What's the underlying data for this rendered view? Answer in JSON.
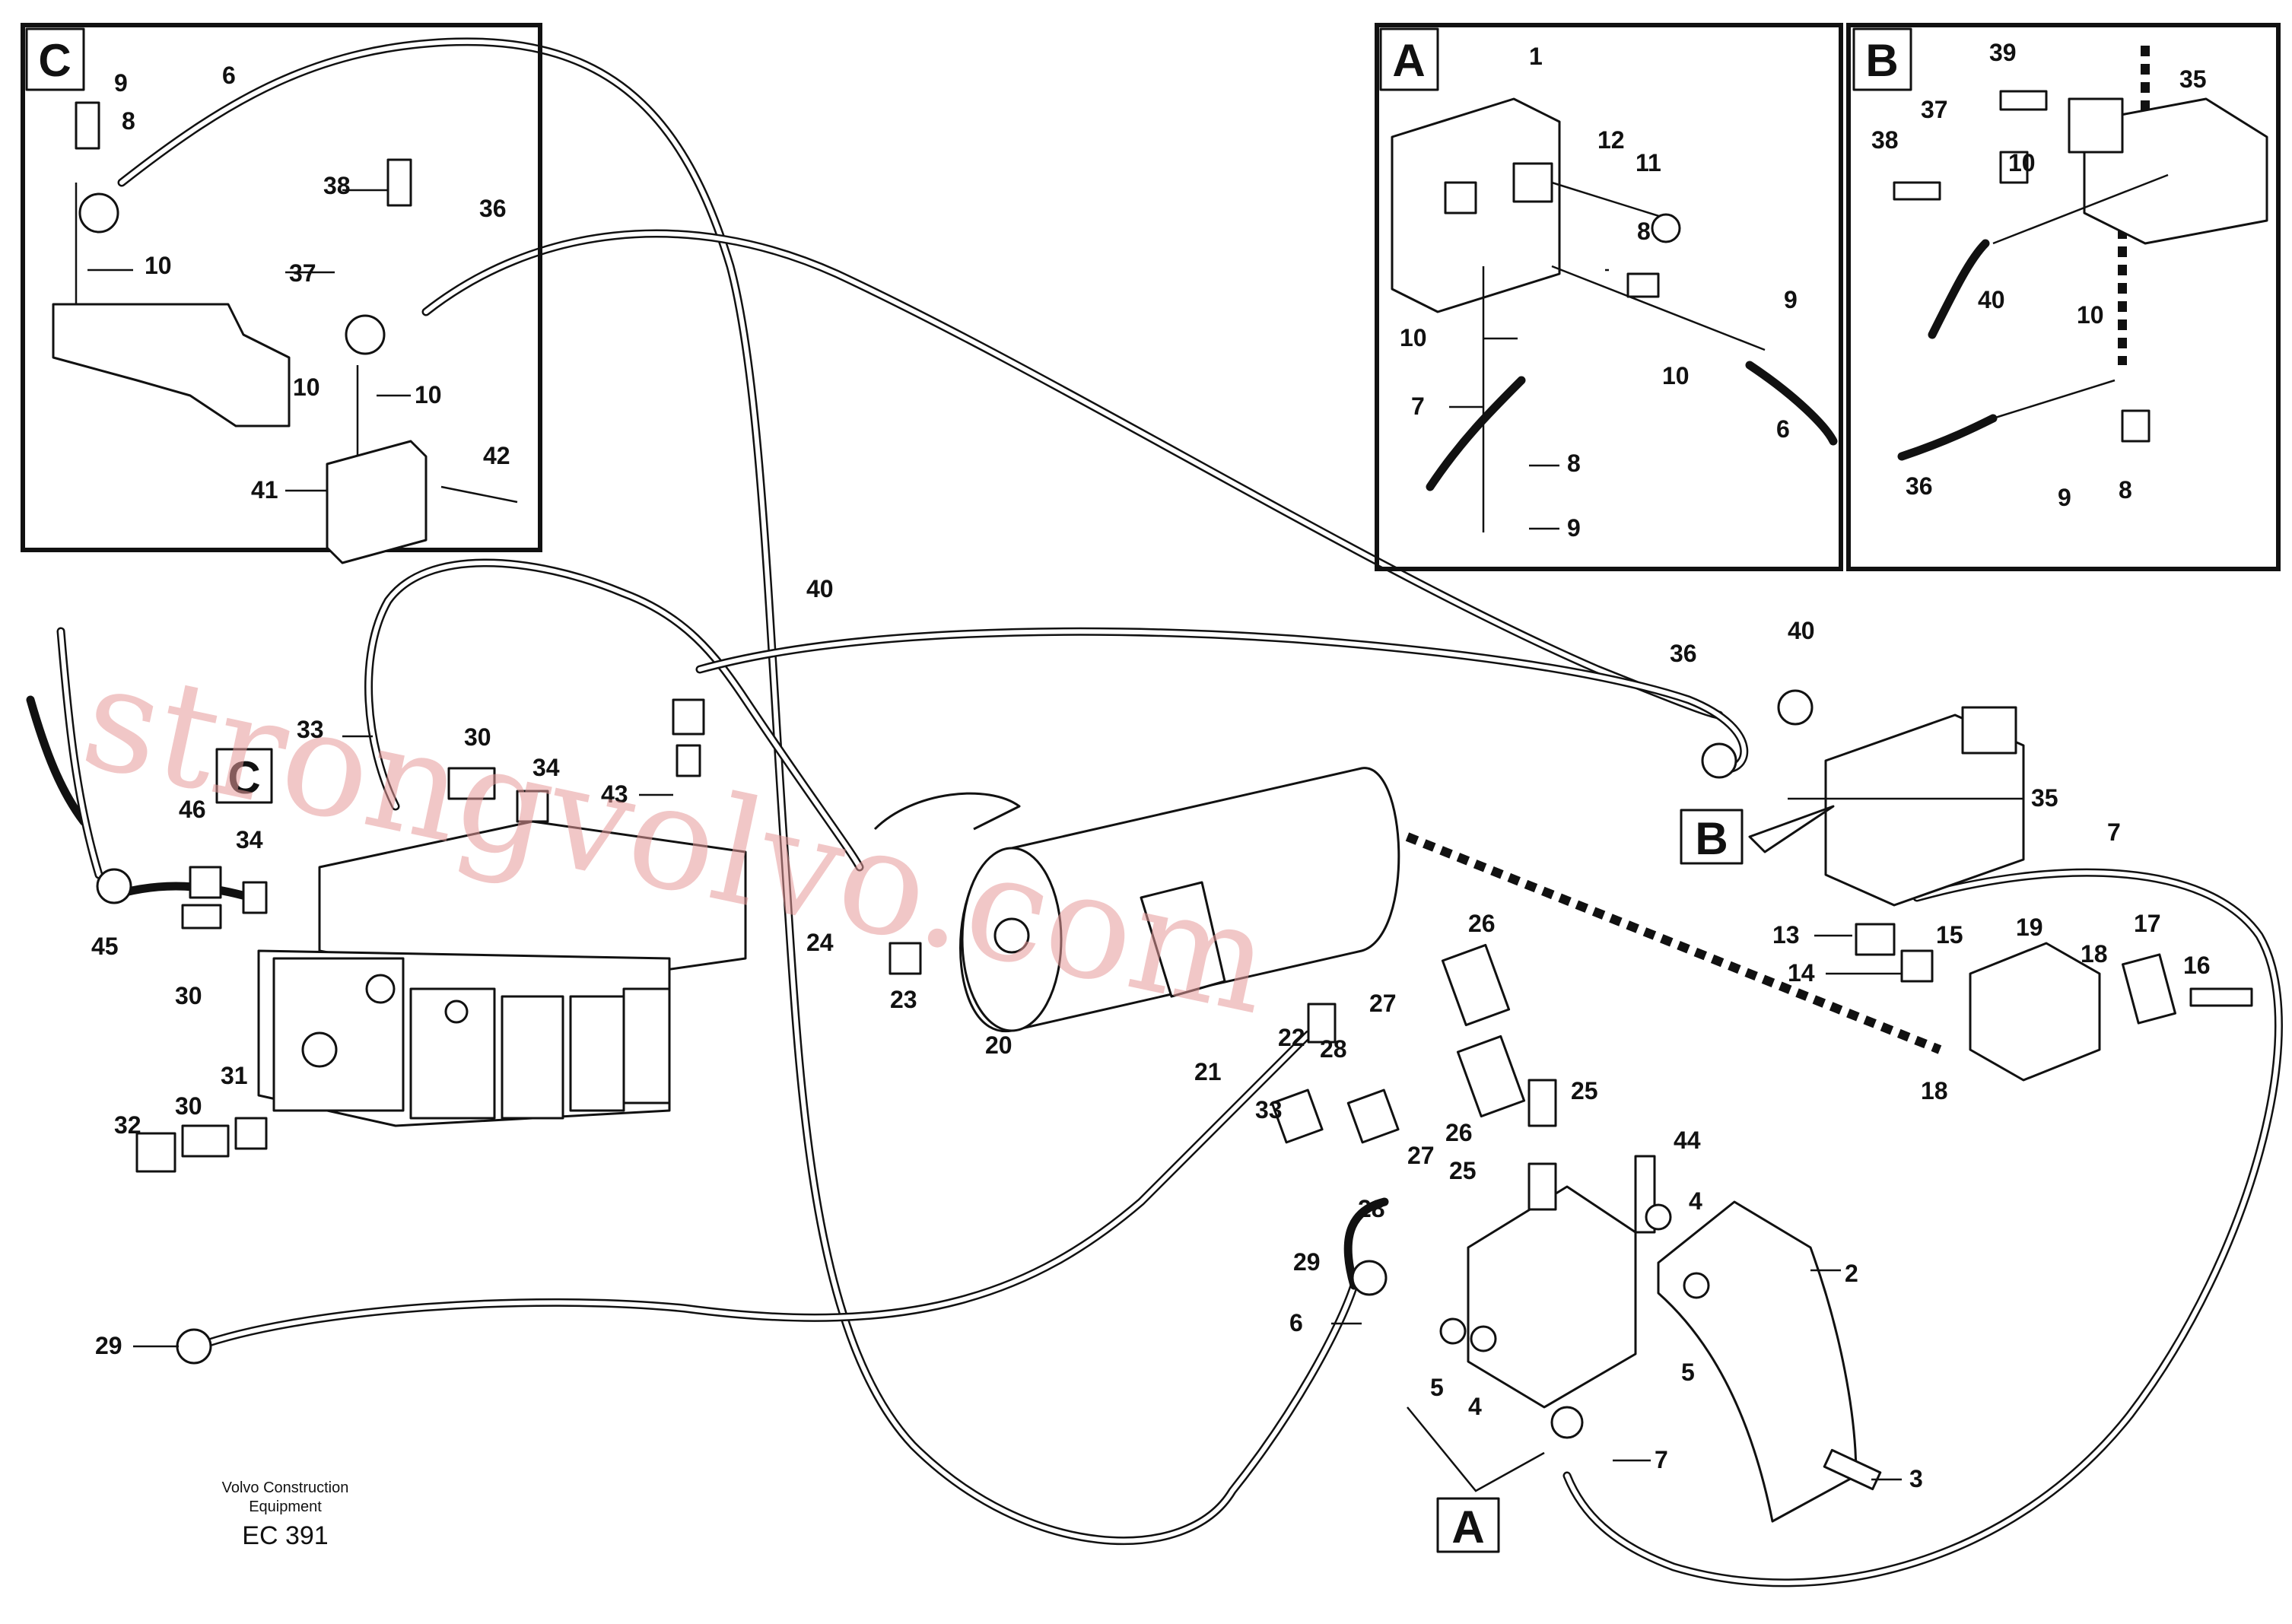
{
  "footer": {
    "company": "Volvo Construction",
    "company2": "Equipment",
    "code": "EC 391"
  },
  "watermark": "strongvolvo.com",
  "insets": {
    "a": "A",
    "b": "B",
    "c": "C"
  },
  "view_markers": {
    "a": "A",
    "b": "B",
    "c": "C"
  },
  "callouts": {
    "c9": "9",
    "c8": "8",
    "c6": "6",
    "c10a": "10",
    "c38": "38",
    "c36": "36",
    "c37": "37",
    "c10b": "10",
    "c10c": "10",
    "c41": "41",
    "c42": "42",
    "a1": "1",
    "a12": "12",
    "a11": "11",
    "a8a": "8",
    "a10a": "10",
    "a9a": "9",
    "a10b": "10",
    "a6": "6",
    "a7": "7",
    "a8b": "8",
    "a9b": "9",
    "b39": "39",
    "b35": "35",
    "b37": "37",
    "b38": "38",
    "b10a": "10",
    "b40": "40",
    "b10b": "10",
    "b36": "36",
    "b9": "9",
    "b8": "8",
    "m40": "40",
    "m33": "33",
    "m30a": "30",
    "m34a": "34",
    "m43": "43",
    "m36": "36",
    "m40b": "40",
    "m35": "35",
    "m46": "46",
    "m34b": "34",
    "m45": "45",
    "m30b": "30",
    "m24": "24",
    "m23": "23",
    "m20": "20",
    "m21": "21",
    "m22": "22",
    "m26a": "26",
    "m27a": "27",
    "m28a": "28",
    "m25a": "25",
    "m26b": "26",
    "m27b": "27",
    "m25b": "25",
    "m44": "44",
    "m4a": "4",
    "m33b": "33",
    "m28b": "28",
    "m31": "31",
    "m32": "32",
    "m30c": "30",
    "m29a": "29",
    "m29b": "29",
    "m7a": "7",
    "m13": "13",
    "m15": "15",
    "m19": "19",
    "m17": "17",
    "m14": "14",
    "m18a": "18",
    "m16": "16",
    "m18b": "18",
    "m2": "2",
    "m6": "6",
    "m5a": "5",
    "m4b": "4",
    "m5b": "5",
    "m7b": "7",
    "m3": "3"
  }
}
